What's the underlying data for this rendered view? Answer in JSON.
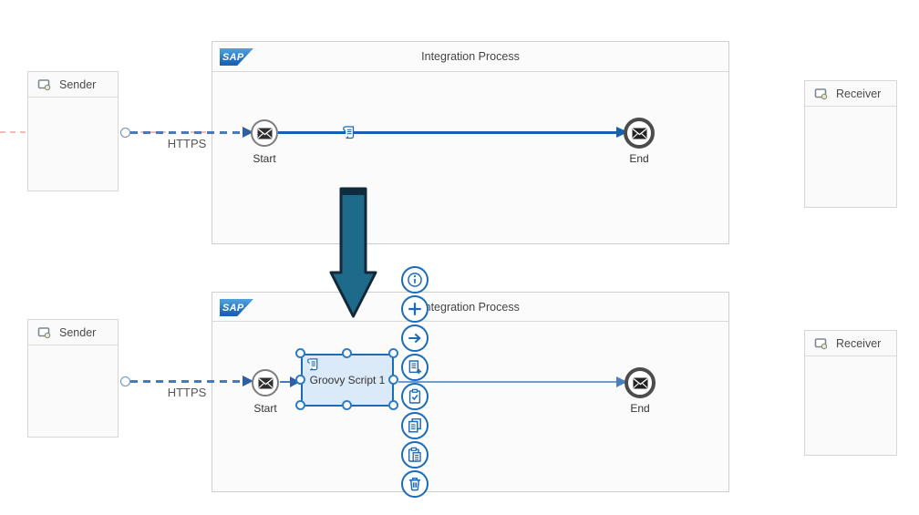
{
  "colors": {
    "accent_blue": "#1a6cb8",
    "flow_line_blue": "#1660ad",
    "dashed_connection_blue": "#4a7ab5",
    "dashed_guide_pink": "#f0bcb5",
    "step_fill": "#daeaf8",
    "step_border": "#1c6cb5",
    "big_arrow_fill": "#1d6a8a",
    "big_arrow_border": "#13293a",
    "sap_logo_blue": "#1c63b6"
  },
  "top_flow": {
    "sender": {
      "label": "Sender",
      "icon": "system-icon"
    },
    "receiver": {
      "label": "Receiver",
      "icon": "system-icon"
    },
    "process": {
      "logo": "SAP",
      "title": "Integration Process"
    },
    "start": {
      "label": "Start",
      "icon": "message-envelope-icon"
    },
    "end": {
      "label": "End",
      "icon": "message-envelope-icon"
    },
    "adapter": {
      "label": "HTTPS"
    },
    "flow_marker": {
      "icon": "script-icon"
    }
  },
  "bottom_flow": {
    "sender": {
      "label": "Sender",
      "icon": "system-icon"
    },
    "receiver": {
      "label": "Receiver",
      "icon": "system-icon"
    },
    "process": {
      "logo": "SAP",
      "title": "Integration Process"
    },
    "start": {
      "label": "Start",
      "icon": "message-envelope-icon"
    },
    "end": {
      "label": "End",
      "icon": "message-envelope-icon"
    },
    "adapter": {
      "label": "HTTPS"
    },
    "script_step": {
      "label": "Groovy Script 1",
      "icon": "script-icon",
      "selected": true
    }
  },
  "context_menu": {
    "items": [
      {
        "name": "info"
      },
      {
        "name": "add"
      },
      {
        "name": "connector"
      },
      {
        "name": "add-script"
      },
      {
        "name": "validate"
      },
      {
        "name": "copy"
      },
      {
        "name": "paste"
      },
      {
        "name": "delete"
      }
    ]
  }
}
